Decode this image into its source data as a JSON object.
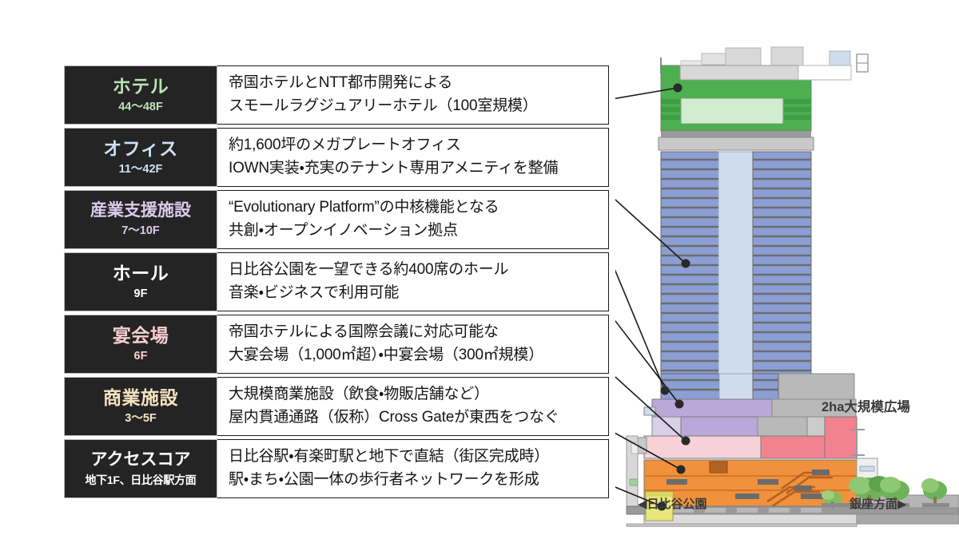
{
  "legend": {
    "rows": [
      {
        "category": "ホテル",
        "floors": "44〜48F",
        "color": "#b9e3b4",
        "lines": [
          "帝国ホテルとNTT都市開発による",
          "スモールラグジュアリーホテル（100室規模）"
        ]
      },
      {
        "category": "オフィス",
        "floors": "11〜42F",
        "color": "#cfe0f5",
        "lines": [
          "約1,600坪のメガプレートオフィス",
          "IOWN実装・充実のテナント専用アメニティを整備"
        ]
      },
      {
        "category": "産業支援施設",
        "floors": "7〜10F",
        "color": "#d8cdec",
        "lines": [
          "“Evolutionary Platform”の中核機能となる",
          "共創・オープンイノベーション拠点"
        ]
      },
      {
        "category": "ホール",
        "floors": "9F",
        "color": "#ffffff",
        "lines": [
          "日比谷公園を一望できる約400席のホール",
          "音楽・ビジネスで利用可能"
        ]
      },
      {
        "category": "宴会場",
        "floors": "6F",
        "color": "#f7cdd4",
        "lines": [
          "帝国ホテルによる国際会議に対応可能な",
          "大宴会場（1,000㎡超）・中宴会場（300㎡規模）"
        ]
      },
      {
        "category": "商業施設",
        "floors": "3〜5F",
        "color": "#f6e3c0",
        "lines": [
          "大規模商業施設（飲食・物販店舗など）",
          "屋内貫通通路（仮称）Cross Gateが東西をつなぐ"
        ]
      },
      {
        "category": "アクセスコア",
        "floors": "地下1F、日比谷駅方面",
        "color": "#ffffff",
        "lines": [
          "日比谷駅・有楽町駅と地下で直結（街区完成時）",
          "駅・まち・公園一体の歩行者ネットワークを形成"
        ]
      }
    ]
  },
  "illustration": {
    "plaza_label": "2ha大規模広場",
    "direction_left": "◀日比谷公園",
    "direction_right": "銀座方面▶",
    "palette": {
      "hotel_green": "#4caf50",
      "hotel_green_light": "#d2ecd0",
      "office_blue": "#8b9fd4",
      "office_core": "#cfdcee",
      "support_purple": "#b9a8d8",
      "support_purple_light": "#d9cfe9",
      "hall_pink_light": "#f6d2d8",
      "banquet_pink": "#f2828e",
      "commercial_orange": "#f0913c",
      "access_yellow": "#e8e87a",
      "structure_gray": "#b9b9b9",
      "deck_gray": "#9a9a9a",
      "tree_green": "#6fb259",
      "leader_line": "#1a1a1a"
    }
  }
}
